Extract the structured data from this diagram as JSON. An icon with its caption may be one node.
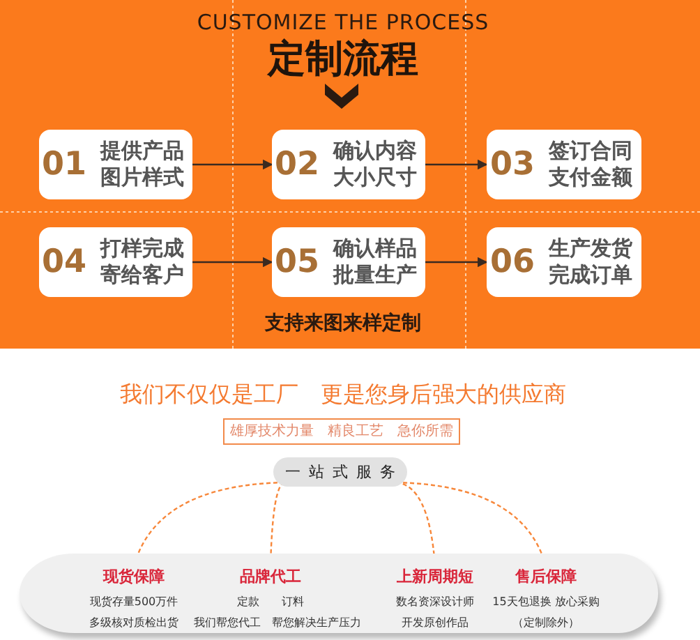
{
  "diagram": {
    "title": "定制流程",
    "nodes": [
      {
        "text": [
          "01",
          "提供产品图片样式"
        ]
      },
      {
        "text": [
          "02",
          "确认内容大小尺寸"
        ]
      },
      {
        "text": [
          "03",
          "签订合同支付金额"
        ]
      },
      {
        "text": [
          "04",
          "打样完成寄给客户"
        ]
      },
      {
        "text": [
          "05",
          "确认样品批量生产"
        ]
      },
      {
        "text": [
          "06",
          "生产发货完成订单"
        ]
      },
      {
        "text": [
          "雄厚技术力量　精良工艺　急你所需"
        ]
      },
      {
        "text": [
          "一站式服务"
        ]
      },
      {
        "text": [],
        "shape": "band"
      },
      {
        "text": [
          "现货保障",
          "现货存量500万件",
          "多级核对质检出货"
        ],
        "in": 8
      },
      {
        "text": [
          "品牌代工",
          "定款　　订料",
          "我们帮您代工　帮您解决生产压力"
        ],
        "in": 8
      },
      {
        "text": [
          "上新周期短",
          "数名资深设计师",
          "开发原创作品"
        ],
        "in": 8
      },
      {
        "text": [
          "售后保障",
          "15天包退换 放心采购",
          "（定制除外）"
        ],
        "in": 8
      }
    ],
    "edges": [
      {
        "from": 0,
        "to": 1,
        "arrow": "to"
      },
      {
        "from": 1,
        "to": 2,
        "arrow": "to"
      },
      {
        "from": 3,
        "to": 4,
        "arrow": "to"
      },
      {
        "from": 4,
        "to": 5,
        "arrow": "to"
      },
      {
        "from": 7,
        "to": 9,
        "arrow": "to",
        "style": "dashed",
        "color": "#f7873a"
      },
      {
        "from": 7,
        "to": 10,
        "arrow": "to",
        "style": "dashed",
        "color": "#f7873a"
      },
      {
        "from": 7,
        "to": 11,
        "arrow": "to",
        "style": "dashed",
        "color": "#f7873a"
      },
      {
        "from": 7,
        "to": 12,
        "arrow": "to",
        "style": "dashed",
        "color": "#f7873a"
      }
    ],
    "labels": [
      "CUSTOMIZE THE PROCESS",
      "支持来图来样定制",
      "我们不仅仅是工厂　更是您身后强大的供应商"
    ]
  }
}
